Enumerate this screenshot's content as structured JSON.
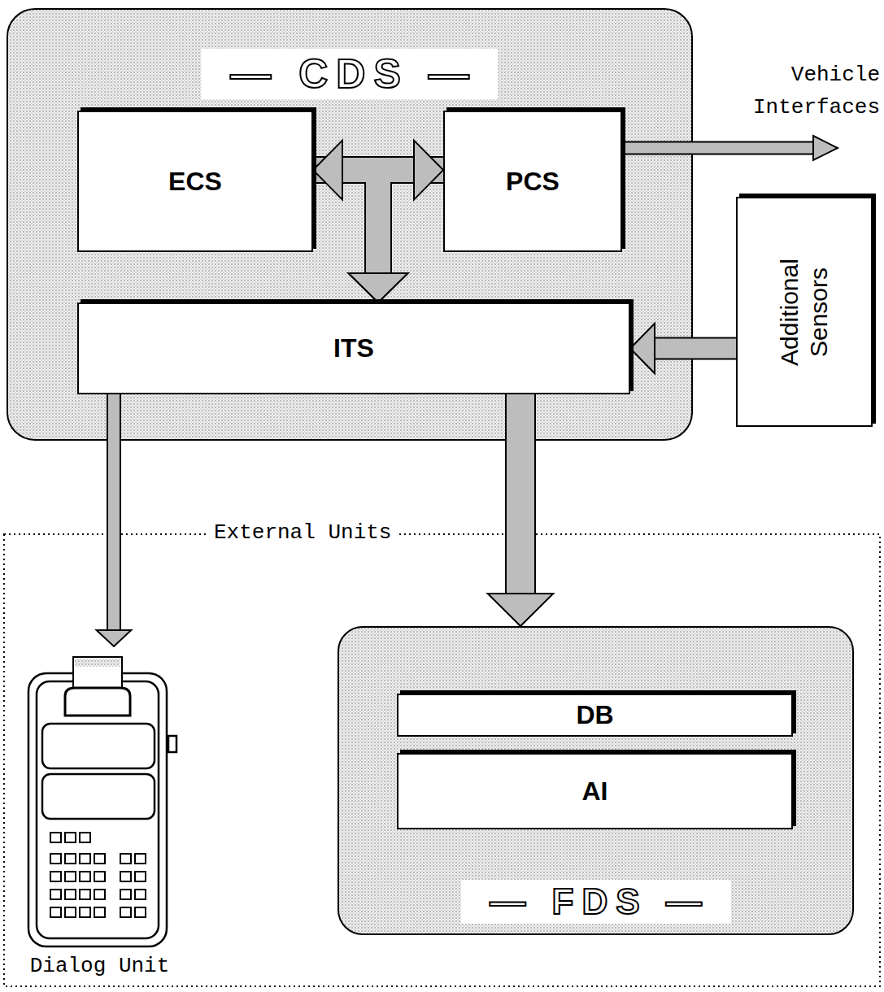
{
  "diagram": {
    "nodes": [
      {
        "text": [
          "— CDS —"
        ]
      },
      {
        "text": [
          "ECS"
        ],
        "in": 0
      },
      {
        "text": [
          "PCS"
        ],
        "in": 0
      },
      {
        "text": [
          "ITS"
        ],
        "in": 0
      },
      {
        "text": [
          "Additional Sensors"
        ]
      },
      {
        "text": [
          "External Units"
        ]
      },
      {
        "text": [
          "Dialog Unit"
        ],
        "in": 5
      },
      {
        "text": [
          "— FDS —"
        ],
        "in": 5
      },
      {
        "text": [
          "DB"
        ],
        "in": 7
      },
      {
        "text": [
          "AI"
        ],
        "in": 7
      }
    ],
    "edges": [
      {
        "from": 1,
        "to": 2,
        "arrow": "both"
      },
      {
        "from": 1,
        "to": 3,
        "arrow": "to"
      },
      {
        "from": 2,
        "to": 3,
        "arrow": "to"
      },
      {
        "from": 4,
        "to": 3,
        "arrow": "to"
      },
      {
        "from": 3,
        "to": 6,
        "arrow": "to"
      },
      {
        "from": 3,
        "to": 7,
        "arrow": "to"
      }
    ],
    "labels": [
      "Vehicle Interfaces"
    ]
  }
}
